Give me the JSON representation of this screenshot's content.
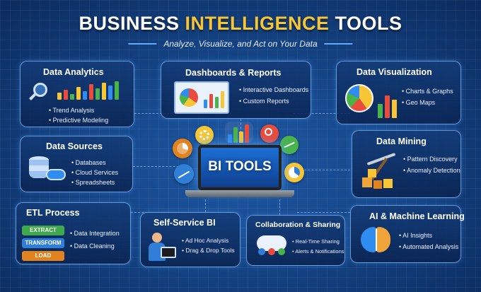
{
  "header": {
    "title_main": "BUSINESS ",
    "title_accent": "INTELLIGENCE",
    "title_end": " TOOLS",
    "subtitle": "Analyze, Visualize, and Act on Your Data"
  },
  "center": {
    "label": "BI TOOLS"
  },
  "cards": {
    "data_analytics": {
      "title": "Data Analytics",
      "items": [
        "Trend Analysis",
        "Predictive Modeling"
      ]
    },
    "dashboards": {
      "title": "Dashboards & Reports",
      "items": [
        "Interactive Dashboards",
        "Custom Reports"
      ]
    },
    "data_visualization": {
      "title": "Data Visualization",
      "items": [
        "Charts & Graphs",
        "Geo Maps"
      ]
    },
    "data_sources": {
      "title": "Data Sources",
      "items": [
        "Databases",
        "Cloud Services",
        "Spreadsheets"
      ]
    },
    "data_mining": {
      "title": "Data Mining",
      "items": [
        "Pattern Discovery",
        "Anomaly Detection"
      ]
    },
    "etl": {
      "title": "ETL Process",
      "steps": [
        "EXTRACT",
        "TRANSFORM",
        "LOAD"
      ],
      "items": [
        "Data Integration",
        "Data Cleaning"
      ]
    },
    "self_service": {
      "title": "Self-Service BI",
      "items": [
        "Ad Hoc Analysis",
        "Drag & Drop Tools"
      ]
    },
    "collaboration": {
      "title": "Collaboration & Sharing",
      "items": [
        "Real-Time Sharing",
        "Alerts & Notifications"
      ]
    },
    "ai_ml": {
      "title": "AI & Machine Learning",
      "items": [
        "AI Insights",
        "Automated Analysis"
      ]
    }
  },
  "colors": {
    "accent": "#f6c637",
    "extract": "#3ea84a",
    "transform": "#2f7fd8",
    "load": "#e2821f"
  },
  "icons": [
    "magnifier-bar-chart-icon",
    "dashboard-screen-icon",
    "pie-bar-chart-icon",
    "database-cloud-icon",
    "pickaxe-cubes-icon",
    "etl-pipeline-icon",
    "person-tablet-icon",
    "people-cloud-icon",
    "ai-brain-icon",
    "gear-icon",
    "search-icon",
    "pie-icon",
    "line-chart-icon",
    "bar-chart-icon"
  ]
}
